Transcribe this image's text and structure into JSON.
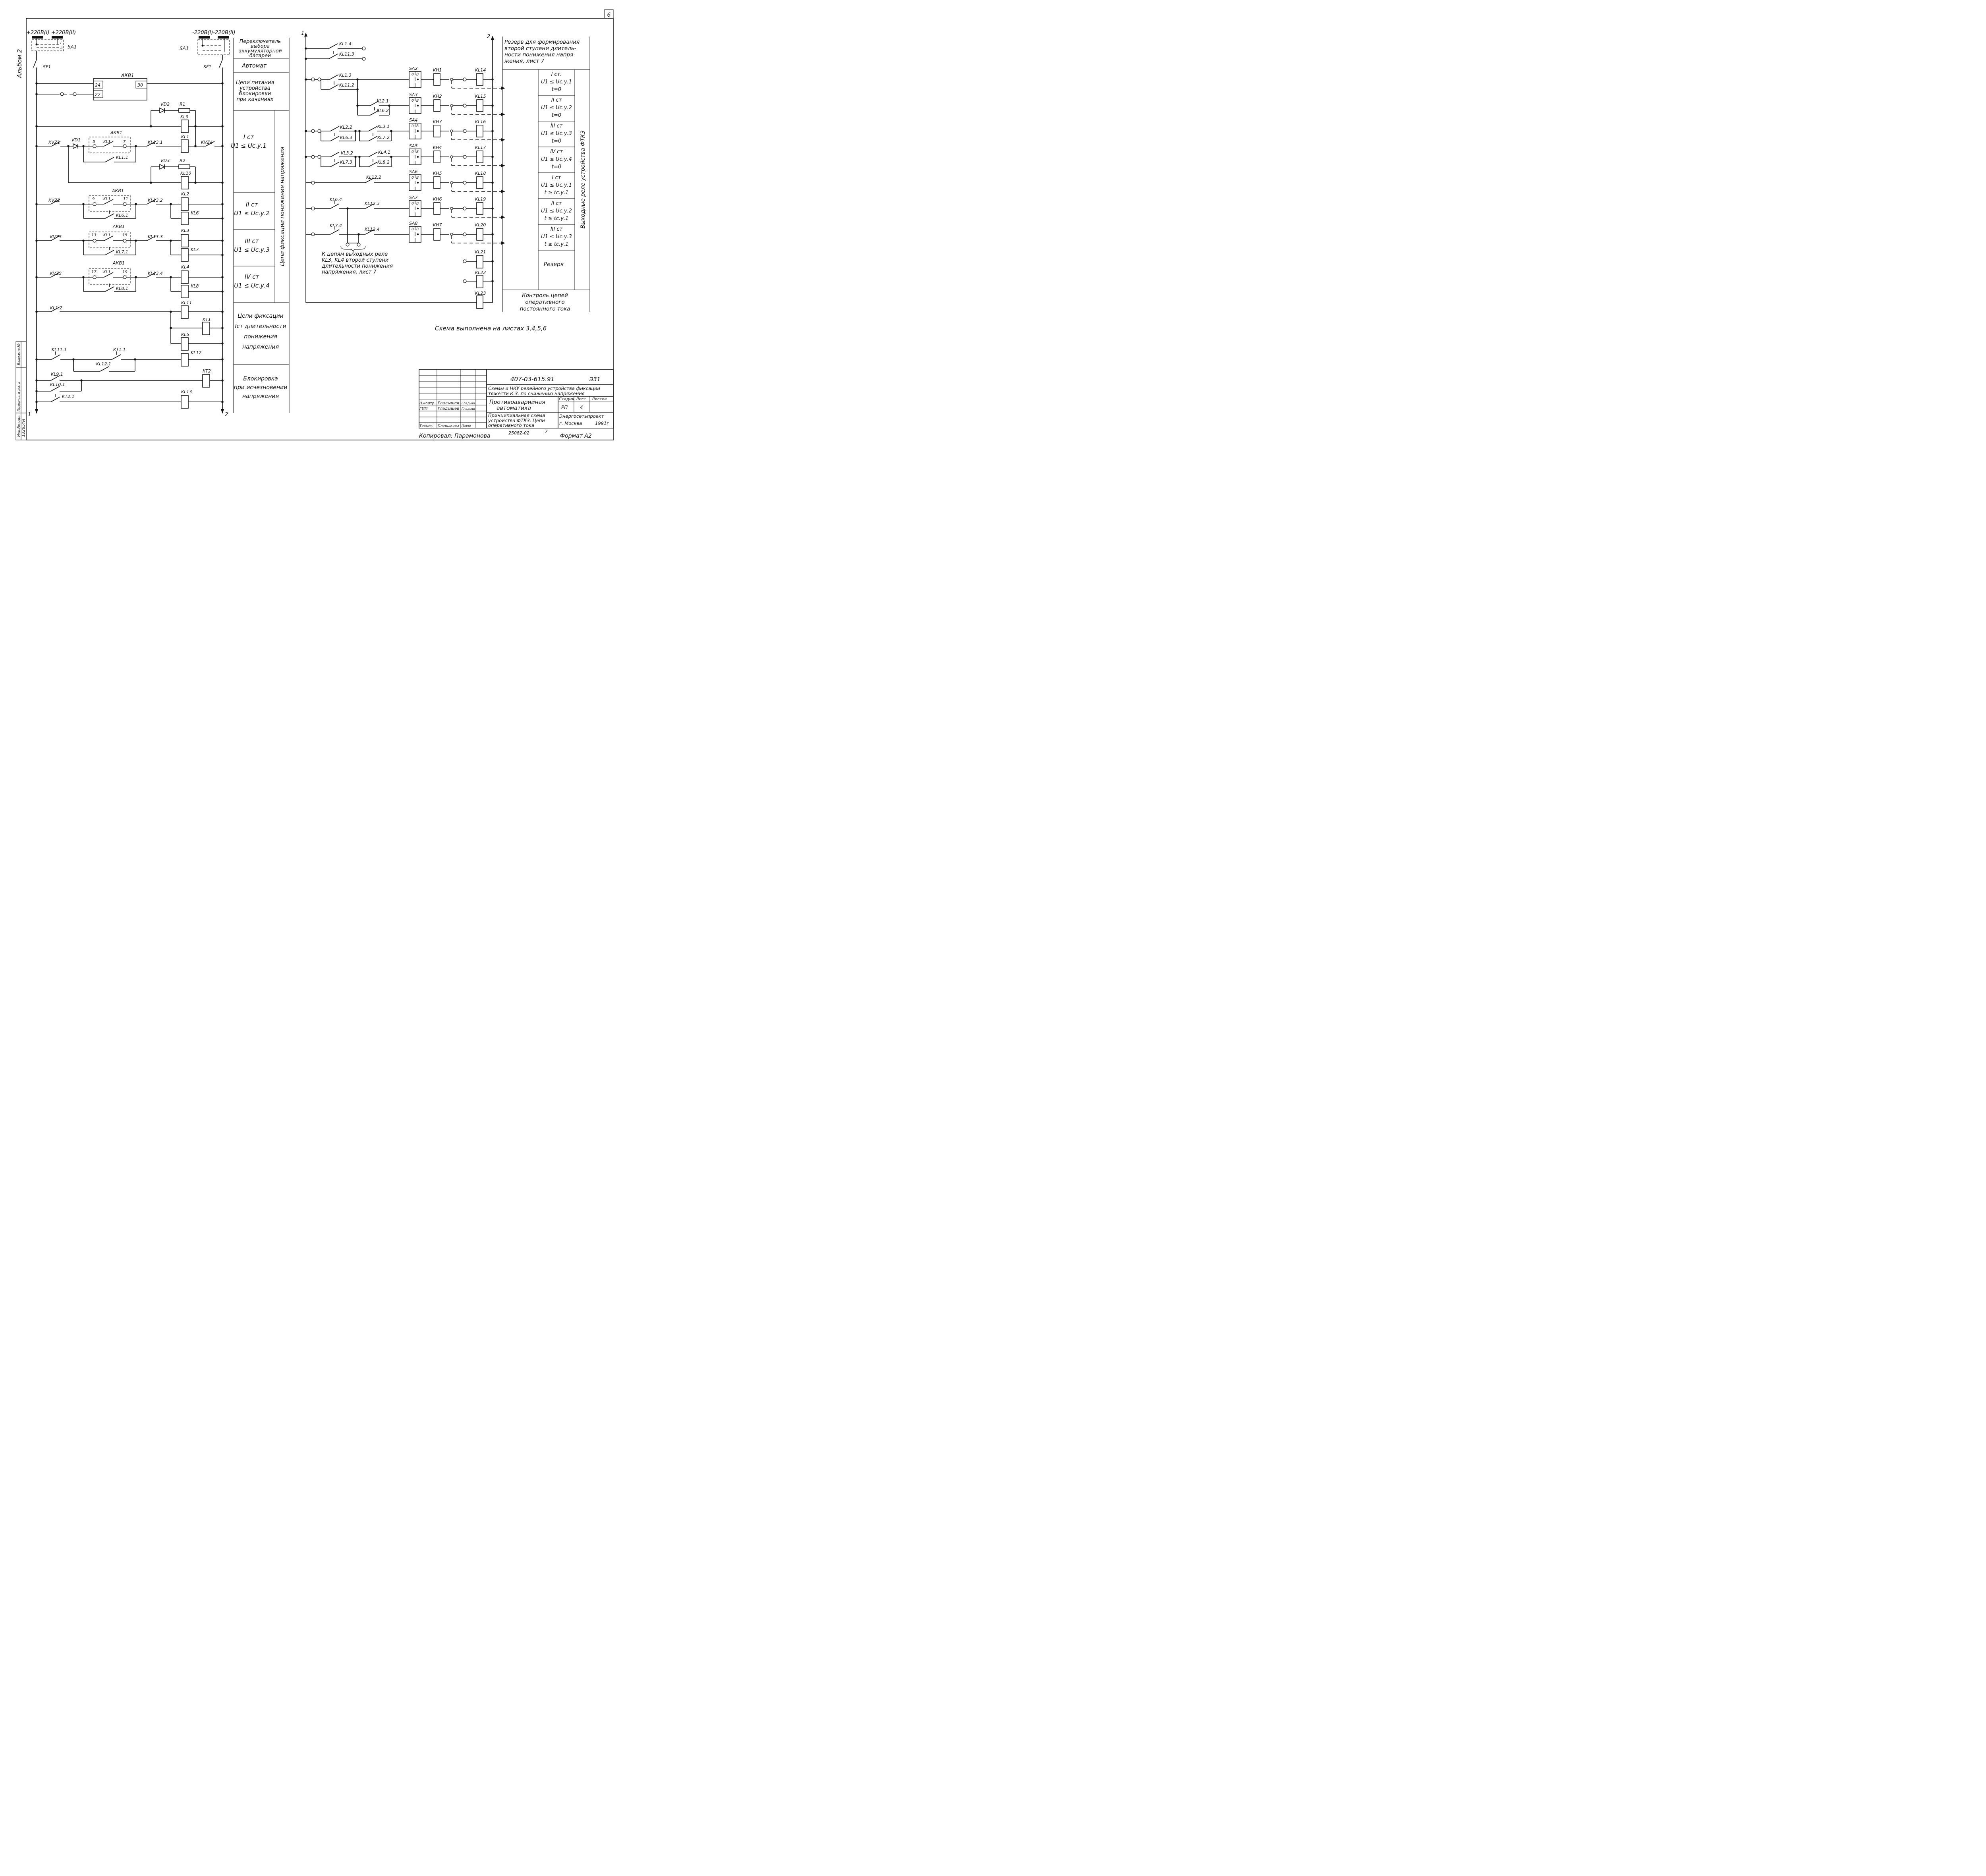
{
  "sheet": {
    "page_number": "6",
    "album": "Альбом 2"
  },
  "left": {
    "supply_plus": "+220В(I) +220В(II)",
    "supply_minus": "-220В(I)-220В(II)",
    "sa1_left": "SA1",
    "sa1_right": "SA1",
    "sf1_left": "SF1",
    "sf1_right": "SF1",
    "sw_I": "I",
    "sw_II": "II",
    "akb1_top": "АКВ1",
    "akb1_t24": "24",
    "akb1_t22": "22",
    "akb1_t30": "30",
    "vd2": "VD2",
    "r1": "R1",
    "kl9": "KL9",
    "kvz1": "KVZ1",
    "vd1": "VD1",
    "akb1_g1": "АКВ1",
    "g1_t5": "5",
    "g1_kl1": "KL1",
    "g1_t7": "7",
    "kl11c": "KL1.1",
    "kl13_1": "KL13.1",
    "kl1": "KL1",
    "kvz4": "KVZ4",
    "vd3": "VD3",
    "r2": "R2",
    "kl10": "KL10",
    "akb1_g2": "АКВ1",
    "kvz2": "KVZ2",
    "g2_t9": "9",
    "g2_kl1": "KL1",
    "g2_t11": "11",
    "kl13_2": "KL13.2",
    "kl2": "KL2",
    "kl6": "KL6",
    "kl6_1": "KL6.1",
    "akb1_g3": "АКВ1",
    "kvz5": "KVZ5",
    "g3_t13": "13",
    "g3_kl1": "KL1",
    "g3_t15": "15",
    "kl13_3": "KL13.3",
    "kl3": "KL3",
    "kl7": "KL7",
    "kl7_1": "KL7.1",
    "akb1_g4": "АКВ1",
    "kvz3": "KVZ3",
    "g4_t17": "17",
    "g4_kl1": "KL1",
    "g4_t19": "19",
    "kl13_4": "KL13.4",
    "kl4": "KL4",
    "kl8": "KL8",
    "kl8_1": "KL8.1",
    "kl1_2": "KL1.2",
    "kl11": "KL11",
    "kt1": "KT1",
    "kl5": "KL5",
    "kl11_1": "KL11.1",
    "kt1_1": "KT1.1",
    "kl12": "KL12",
    "kl12_1": "KL12.1",
    "kl9_1": "KL9.1",
    "kt2": "KT2",
    "kl10_1": "KL10.1",
    "kt2_1": "KT2.1",
    "kl13": "KL13",
    "bus1": "1",
    "bus2": "2"
  },
  "descriptions": {
    "d1": [
      "Переключатель",
      "выбора",
      "аккумуляторной",
      "батареи"
    ],
    "d2": [
      "Автомат"
    ],
    "d3": [
      "Цепи питания",
      "устройства",
      "блокировки",
      "при качаниях"
    ],
    "st1": [
      "I ст",
      "U1 ≤ Uс.у.1"
    ],
    "st2": [
      "II ст",
      "U1 ≤ Uс.у.2"
    ],
    "st3": [
      "III ст",
      "U1 ≤ Uс.у.3"
    ],
    "st4": [
      "IV ст",
      "U1 ≤ Uс.у.4"
    ],
    "vertical": "Цепи фиксации понижения напряжения",
    "d5": [
      "Цепи фиксации",
      "Iст длительности",
      "понижения",
      "напряжения"
    ],
    "d6": [
      "Блокировка",
      "при исчезновении",
      "напряжения"
    ]
  },
  "right": {
    "bus1": "1",
    "bus2": "2",
    "kl1_4": "KL1.4",
    "kl11_3": "KL11.3",
    "kl1_3": "KL1.3",
    "kl11_2": "KL11.2",
    "kl2_1": "KL2.1",
    "kl6_2": "KL6.2",
    "kl2_2": "KL2.2",
    "kl6_3": "KL6.3",
    "kl3_1": "KL3.1",
    "kl7_2": "KL7.2",
    "kl3_2": "KL3.2",
    "kl7_3": "KL7.3",
    "kl4_1": "KL4.1",
    "kl8_2": "KL8.2",
    "kl12_2": "KL12.2",
    "kl6_4": "KL6.4",
    "kl12_3": "KL12.3",
    "kl7_4": "KL7.4",
    "kl12_4": "KL12.4",
    "rows": [
      {
        "sa": "SA2",
        "kh": "KH1",
        "kl": "KL14"
      },
      {
        "sa": "SA3",
        "kh": "KH2",
        "kl": "KL15"
      },
      {
        "sa": "SA4",
        "kh": "KH3",
        "kl": "KL16"
      },
      {
        "sa": "SA5",
        "kh": "KH4",
        "kl": "KL17"
      },
      {
        "sa": "SA6",
        "kh": "KH5",
        "kl": "KL18"
      },
      {
        "sa": "SA7",
        "kh": "KH6",
        "kl": "KL19"
      },
      {
        "sa": "SA8",
        "kh": "KH7",
        "kl": "KL20"
      }
    ],
    "kl21": "KL21",
    "kl22": "KL22",
    "kl23": "KL23",
    "sa_o": "0",
    "sa_v": "В",
    "note": [
      "К цепям выходных реле",
      "KL3, KL4 второй ступени",
      "длительности понижения",
      "напряжения, лист 7"
    ]
  },
  "right_desc": {
    "reserve_top": [
      "Резерв для формирования",
      "второй ступени длитель-",
      "ности понижения напря-",
      "жения, лист 7"
    ],
    "cells": [
      [
        "I ст.",
        "U1 ≤ Uс.у.1",
        "t=0"
      ],
      [
        "II ст",
        "U1 ≤ Uс.у.2",
        "t=0"
      ],
      [
        "III ст",
        "U1 ≤ Uс.у.3",
        "t=0"
      ],
      [
        "IV ст",
        "U1 ≤ Uс.у.4",
        "t=0"
      ],
      [
        "I ст",
        "U1 ≤ Uс.у.1",
        "t ≥ tс.у.1"
      ],
      [
        "II ст",
        "U1 ≤ Uс.у.2",
        "t ≥ tс.у.1"
      ],
      [
        "III ст",
        "U1 ≤ Uс.у.3",
        "t ≥ tс.у.1"
      ]
    ],
    "reserve": "Резерв",
    "vertical": "Выходные реле устройства ФТКЗ",
    "control": [
      "Контроль цепей",
      "оперативного",
      "постоянного тока"
    ]
  },
  "note_sheets": "Схема выполнена на листах 3,4,5,6",
  "stamp": {
    "doc_code": "407-03-615.91",
    "doc_mark": "Э31",
    "title1": "Схемы и НКУ релейного устройства фиксации",
    "title2": "тяжести К.З. по снижению напряжения",
    "section": [
      "Противоаварийная",
      "автоматика"
    ],
    "stage_h": "Стадия",
    "sheet_h": "Лист",
    "sheets_h": "Листов",
    "stage": "РП",
    "sheet": "4",
    "sheet_title": [
      "Принципиальная схема",
      "устройства ФТКЗ. Цепи",
      "оперативного тока"
    ],
    "org": [
      "Энергосетьпроект",
      "г. Москва"
    ],
    "year": "1991г",
    "r1_role": "Н.контр",
    "r1_name": "Гладышев",
    "r2_role": "ГИП",
    "r2_name": "Гладышев",
    "r3_role": "Техник",
    "r3_name": "Плешакова",
    "sign1": "Гладыш",
    "sign2": "Гладыш",
    "sign3": "Плеш"
  },
  "margin": {
    "inv_podl": "Инв.№подл.",
    "podpis": "Подпись и дата",
    "vzam": "Взам.инв.№",
    "number": "13285тм"
  },
  "footer": {
    "copied": "Копировал: Парамонова",
    "code": "25082-02",
    "sheet_no": "7",
    "format": "Формат А2"
  }
}
